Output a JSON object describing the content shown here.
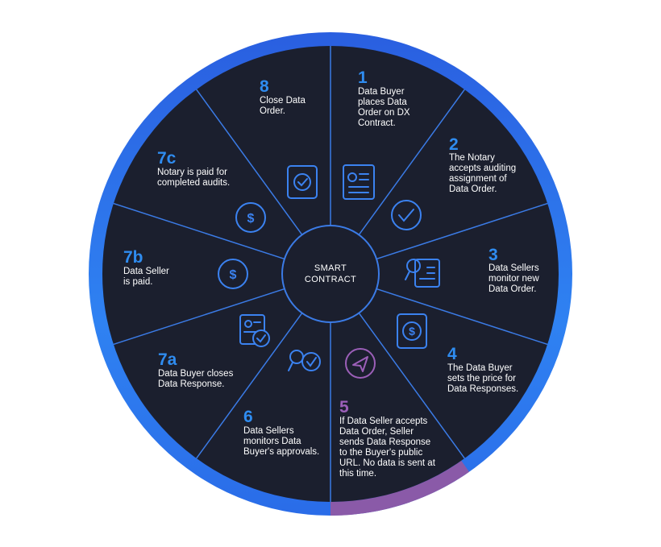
{
  "center": {
    "label": "SMART\nCONTRACT"
  },
  "colors": {
    "background": "#1b1f2e",
    "divider": "#3b7be6",
    "ring_blue": "#2d7cf2",
    "ring_purple": "#8a5aa8",
    "number_blue": "#2f8cf0",
    "number_purple": "#9b5fb8",
    "text": "#ffffff"
  },
  "steps": [
    {
      "number": "1",
      "text": "Data Buyer\nplaces Data\nOrder on DX\nContract.",
      "icon": "document-id-icon"
    },
    {
      "number": "2",
      "text": "The Notary\naccepts auditing\nassignment of\nData Order.",
      "icon": "check-circle-icon"
    },
    {
      "number": "3",
      "text": "Data Sellers\nmonitor new\nData Order.",
      "icon": "magnify-document-icon"
    },
    {
      "number": "4",
      "text": "The Data Buyer\nsets the price for\nData Responses.",
      "icon": "dollar-square-icon"
    },
    {
      "number": "5",
      "text": "If Data Seller accepts\nData Order, Seller\nsends Data Response\nto the Buyer's public\nURL. No data is sent at\nthis time.",
      "icon": "send-circle-icon"
    },
    {
      "number": "6",
      "text": "Data Sellers\nmonitors Data\nBuyer's approvals.",
      "icon": "magnify-check-icon"
    },
    {
      "number": "7a",
      "text": "Data Buyer closes\nData Response.",
      "icon": "document-check-icon"
    },
    {
      "number": "7b",
      "text": "Data Seller\nis paid.",
      "icon": "dollar-circle-icon"
    },
    {
      "number": "7c",
      "text": "Notary is paid for\ncompleted audits.",
      "icon": "dollar-circle-icon"
    },
    {
      "number": "8",
      "text": "Close Data\nOrder.",
      "icon": "check-square-icon"
    }
  ]
}
